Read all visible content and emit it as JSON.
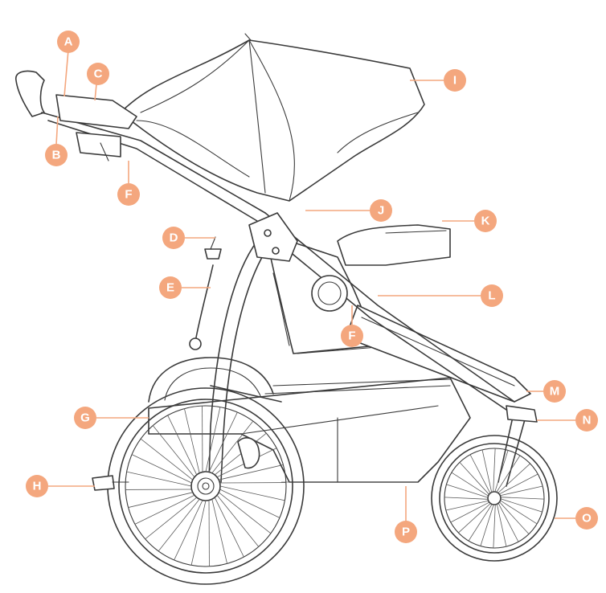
{
  "accent": "#f4a77e",
  "callouts": [
    {
      "id": "a",
      "letter": "A"
    },
    {
      "id": "b",
      "letter": "B"
    },
    {
      "id": "c",
      "letter": "C"
    },
    {
      "id": "d",
      "letter": "D"
    },
    {
      "id": "e",
      "letter": "E"
    },
    {
      "id": "f1",
      "letter": "F"
    },
    {
      "id": "f2",
      "letter": "F"
    },
    {
      "id": "g",
      "letter": "G"
    },
    {
      "id": "h",
      "letter": "H"
    },
    {
      "id": "i",
      "letter": "I"
    },
    {
      "id": "j",
      "letter": "J"
    },
    {
      "id": "k",
      "letter": "K"
    },
    {
      "id": "l",
      "letter": "L"
    },
    {
      "id": "m",
      "letter": "M"
    },
    {
      "id": "n",
      "letter": "N"
    },
    {
      "id": "o",
      "letter": "O"
    },
    {
      "id": "p",
      "letter": "P"
    }
  ]
}
